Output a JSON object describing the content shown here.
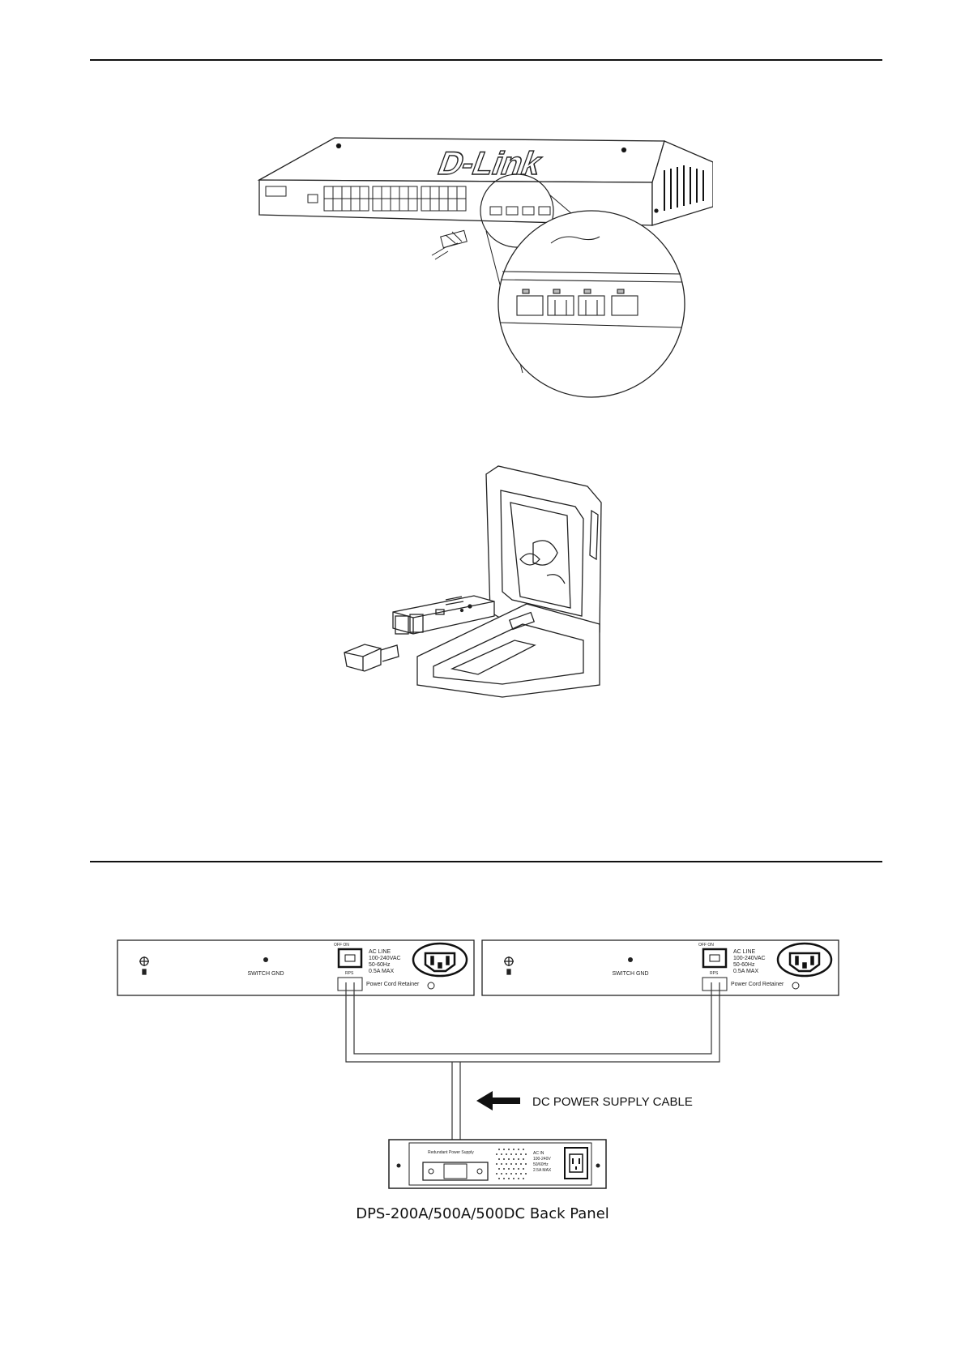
{
  "switch_figure": {
    "logo_text": "D-Link"
  },
  "psu_diagram": {
    "left_panel": {
      "ground_label": "SWITCH GND",
      "ac_line_text": [
        "AC LINE",
        "100-240VAC",
        "50-60Hz",
        "0.5A MAX"
      ],
      "switch_marks": "OFF ON",
      "rps_label": "RPS",
      "retainer_label": "Power Cord Retainer"
    },
    "right_panel": {
      "ground_label": "SWITCH GND",
      "ac_line_text": [
        "AC LINE",
        "100-240VAC",
        "50-60Hz",
        "0.5A MAX"
      ],
      "switch_marks": "OFF ON",
      "rps_label": "RPS",
      "retainer_label": "Power Cord Retainer"
    },
    "cable_label": "DC POWER SUPPLY CABLE",
    "psu_top_label": "Redundant Power Supply",
    "psu_ac_label": [
      "AC IN",
      "100-240V",
      "50/60Hz",
      "2.5A MAX"
    ],
    "caption": "DPS-200A/500A/500DC Back Panel"
  }
}
